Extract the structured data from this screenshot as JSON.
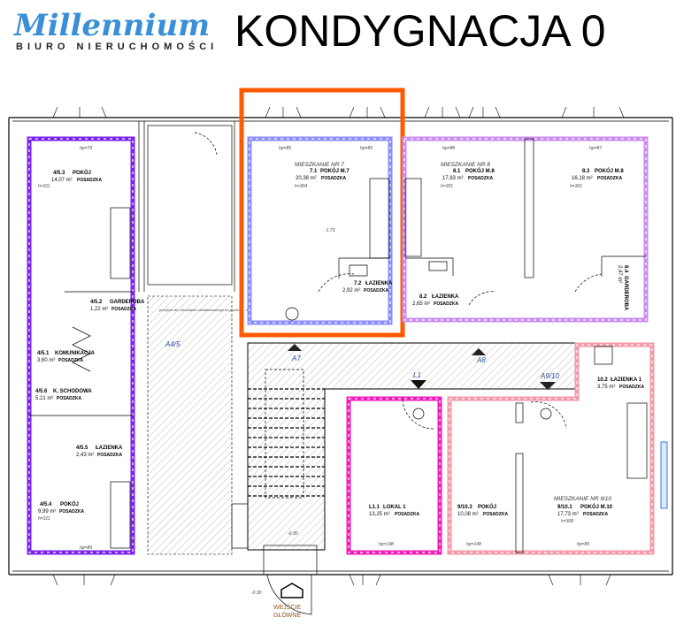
{
  "header": {
    "title": "KONDYGNACJA 0",
    "logo_text": "Millennium",
    "logo_subtitle": "BIURO NIERUCHOMOŚCI"
  },
  "colors": {
    "highlight": "#ff5a00",
    "apartment_4_5": "#7a22f0",
    "apartment_7": "#8a8cff",
    "apartment_8": "#c98cf0",
    "lokal_1": "#f01cb8",
    "apartment_9_10": "#f49aaa",
    "hatch": "#bdbdbd"
  },
  "apartments": {
    "a4_5": {
      "rooms": [
        {
          "id": "4/5.3",
          "name": "POKÓJ",
          "area": "14,07 m²",
          "floor": "POSADZKA",
          "height": "h=311",
          "hp": "hp=79"
        },
        {
          "id": "4/5.2",
          "name": "GARDEROBA",
          "area": "1,22 m²",
          "floor": "POSADZKA"
        },
        {
          "id": "4/5.1",
          "name": "KOMUNIKACJA",
          "area": "3,60 m²",
          "floor": "POSADZKA"
        },
        {
          "id": "4/5.6",
          "name": "K. SCHODOWA",
          "area": "5,21 m²",
          "floor": "POSADZKA"
        },
        {
          "id": "4/5.5",
          "name": "ŁAZIENKA",
          "area": "2,43 m²",
          "floor": "POSADZKA"
        },
        {
          "id": "4/5.4",
          "name": "POKÓJ",
          "area": "9,99 m²",
          "floor": "POSADZKA",
          "height": "h=311",
          "hp": "hp=89"
        }
      ],
      "marker": "A4/5"
    },
    "a7": {
      "title": "MIESZKANIE NR 7",
      "rooms": [
        {
          "id": "7.1",
          "name": "POKÓJ M.7",
          "area": "20,38 m²",
          "floor": "POSADZKA",
          "height": "h=304",
          "hp": "hp=85"
        },
        {
          "id": "7.2",
          "name": "ŁAZIENKA",
          "area": "2,92 m²",
          "floor": "POSADZKA"
        }
      ],
      "level": "-1.73",
      "marker": "A7"
    },
    "a8": {
      "title": "MIESZKANIE NR 8",
      "rooms": [
        {
          "id": "8.1",
          "name": "POKÓJ M.8",
          "area": "17,83 m²",
          "floor": "POSADZKA",
          "height": "h=301",
          "hp": "hp=88"
        },
        {
          "id": "8.3",
          "name": "POKÓJ M.8",
          "area": "16,18 m²",
          "floor": "POSADZKA",
          "height": "h=301",
          "hp": "hp=87"
        },
        {
          "id": "8.2",
          "name": "ŁAZIENKA",
          "area": "2,65 m²",
          "floor": "POSADZKA"
        },
        {
          "id": "8.4",
          "name": "GARDEROBA",
          "area": "2,47 m²"
        }
      ],
      "marker": "A8"
    },
    "l1": {
      "rooms": [
        {
          "id": "L1.1",
          "name": "LOKAL 1",
          "area": "13,25 m²",
          "floor": "POSADZKA",
          "hp": "hp=148"
        }
      ],
      "marker": "L1"
    },
    "a9_10": {
      "title": "MIESZKANIE NR 9/10",
      "rooms": [
        {
          "id": "9/10.3",
          "name": "POKÓJ",
          "area": "10,08 m²",
          "floor": "POSADZKA",
          "hp": "hp=148"
        },
        {
          "id": "9/10.1",
          "name": "POKÓJ M.10",
          "area": "17,73 m²",
          "floor": "POSADZKA",
          "height": "h=308",
          "hp": "hp=85"
        },
        {
          "id": "10.2",
          "name": "ŁAZIENKA 1",
          "area": "3,75 m²",
          "floor": "POSADZKA"
        }
      ],
      "marker": "A9/10"
    }
  },
  "common": {
    "shaft_note": "przejście do mieszkania zlokalizowanego na poziomie -1",
    "entrance_label_1": "WEJŚCIE",
    "entrance_label_2": "GŁÓWNE",
    "entrance_level": "-0.30",
    "stair_level": "-0.30"
  }
}
